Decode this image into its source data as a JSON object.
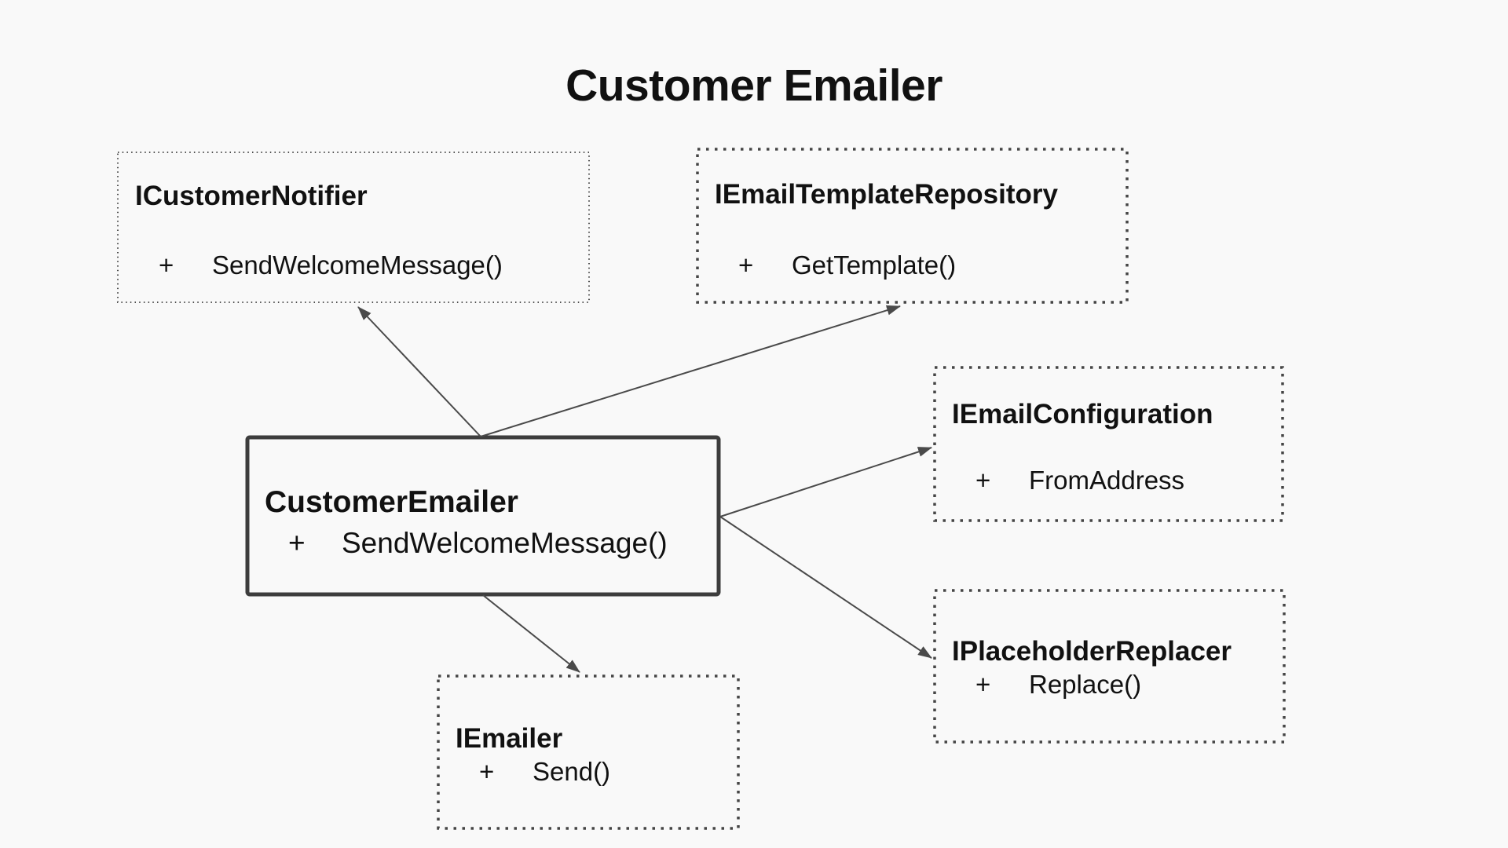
{
  "page": {
    "title": "Customer Emailer"
  },
  "colors": {
    "background": "#f9f9f9",
    "text": "#111111",
    "solid_border": "#3d3d3d",
    "dotted_border": "#454545",
    "arrow": "#4a4a4a"
  },
  "diagram": {
    "classes": [
      {
        "name": "ICustomerNotifier",
        "kind": "interface",
        "members": [
          {
            "visibility": "+",
            "label": "SendWelcomeMessage()"
          }
        ]
      },
      {
        "name": "IEmailTemplateRepository",
        "kind": "interface",
        "members": [
          {
            "visibility": "+",
            "label": "GetTemplate()"
          }
        ]
      },
      {
        "name": "IEmailConfiguration",
        "kind": "interface",
        "members": [
          {
            "visibility": "+",
            "label": "FromAddress"
          }
        ]
      },
      {
        "name": "CustomerEmailer",
        "kind": "class",
        "members": [
          {
            "visibility": "+",
            "label": "SendWelcomeMessage()"
          }
        ]
      },
      {
        "name": "IPlaceholderReplacer",
        "kind": "interface",
        "members": [
          {
            "visibility": "+",
            "label": "Replace()"
          }
        ]
      },
      {
        "name": "IEmailer",
        "kind": "interface",
        "members": [
          {
            "visibility": "+",
            "label": "Send()"
          }
        ]
      }
    ],
    "relations": [
      {
        "from": "CustomerEmailer",
        "to": "ICustomerNotifier",
        "type": "directed-association"
      },
      {
        "from": "CustomerEmailer",
        "to": "IEmailTemplateRepository",
        "type": "directed-association"
      },
      {
        "from": "CustomerEmailer",
        "to": "IEmailConfiguration",
        "type": "directed-association"
      },
      {
        "from": "CustomerEmailer",
        "to": "IPlaceholderReplacer",
        "type": "directed-association"
      },
      {
        "from": "CustomerEmailer",
        "to": "IEmailer",
        "type": "directed-association"
      }
    ]
  }
}
